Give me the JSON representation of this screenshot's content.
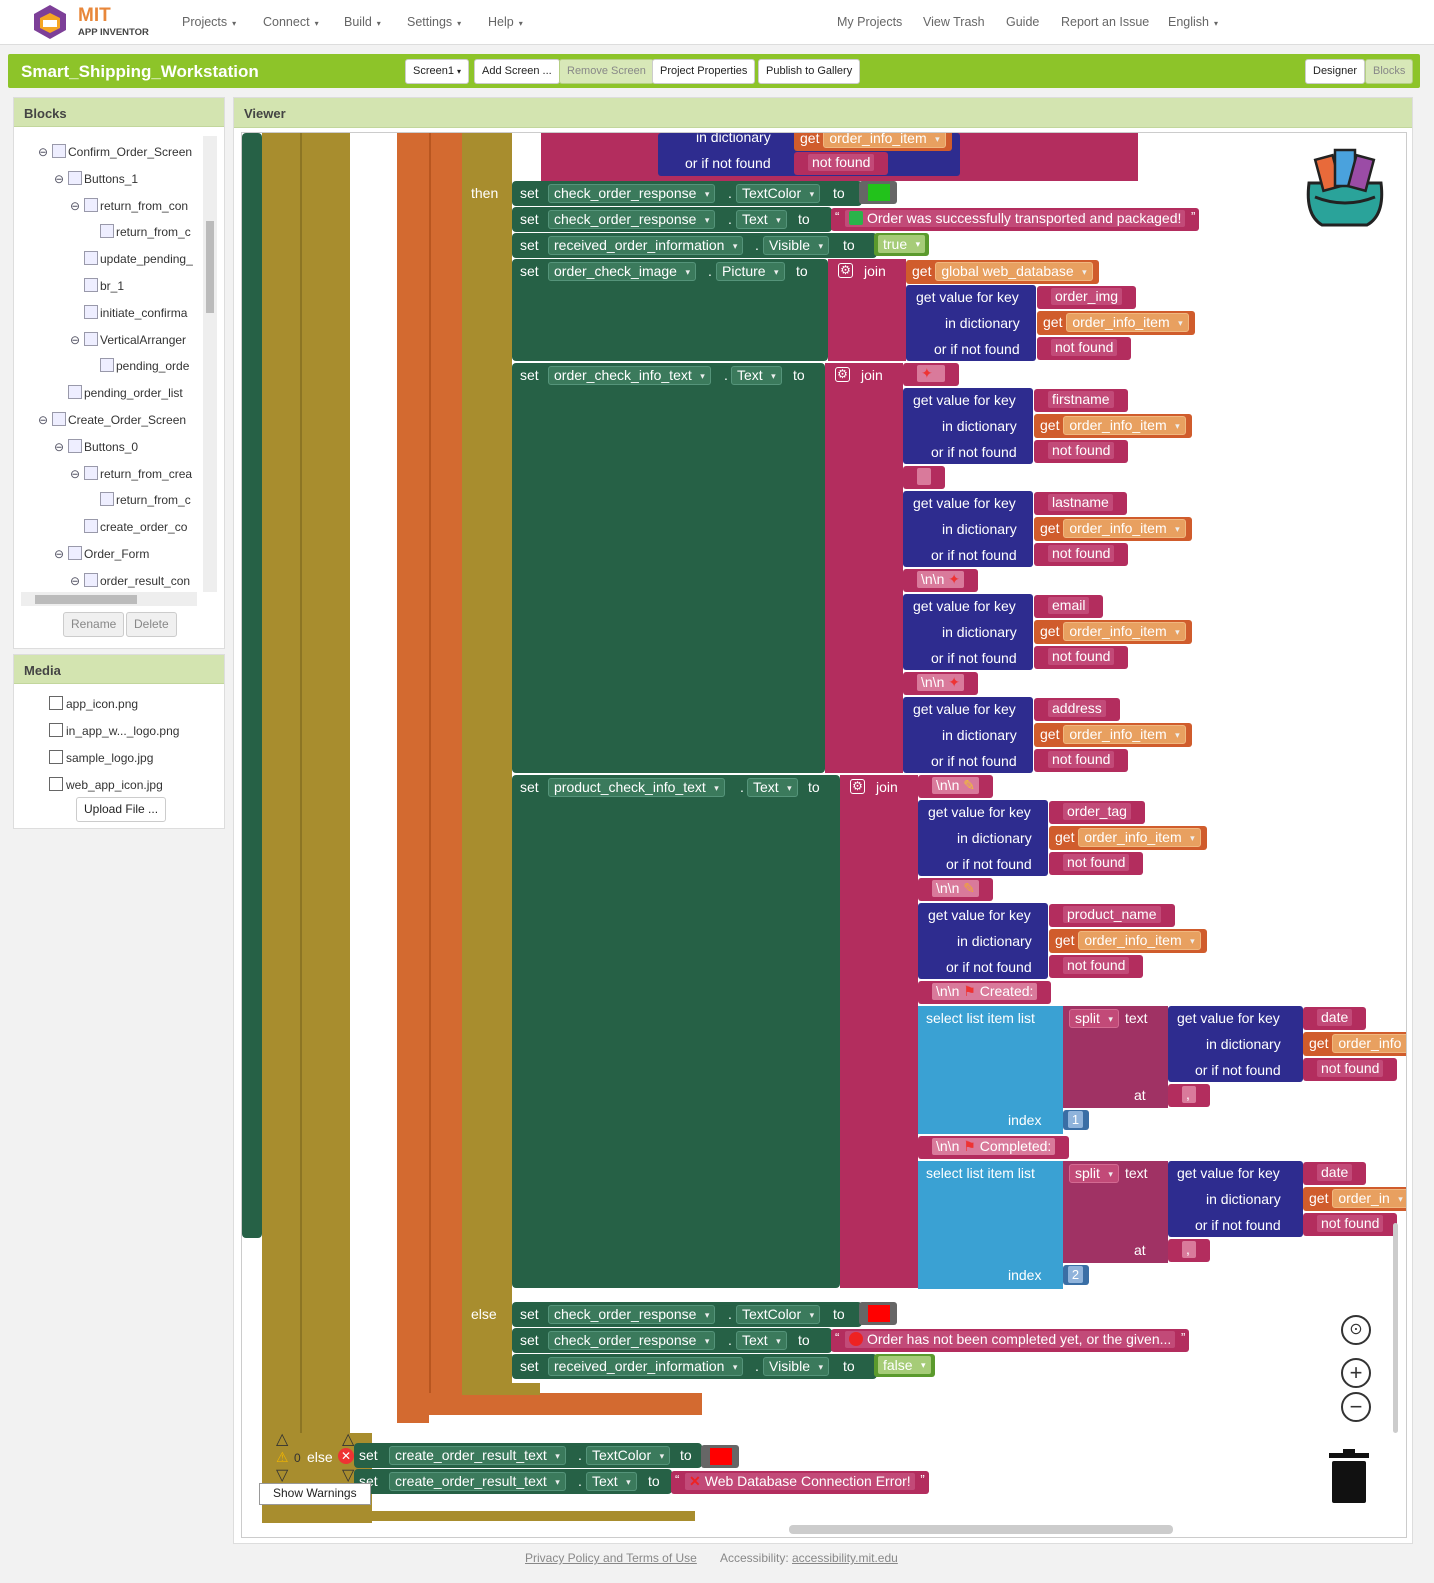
{
  "app": {
    "logo_text": "MIT",
    "logo_sub": "APP INVENTOR"
  },
  "topmenu": {
    "left": [
      "Projects",
      "Connect",
      "Build",
      "Settings",
      "Help"
    ],
    "right": [
      "My Projects",
      "View Trash",
      "Guide",
      "Report an Issue",
      "English"
    ]
  },
  "project": {
    "name": "Smart_Shipping_Workstation",
    "screen": "Screen1",
    "add_screen": "Add Screen ...",
    "remove_screen": "Remove Screen",
    "properties": "Project Properties",
    "publish": "Publish to Gallery",
    "designer": "Designer",
    "blocks": "Blocks"
  },
  "blocks_panel": {
    "title": "Blocks",
    "tree": [
      {
        "label": "Confirm_Order_Screen",
        "level": 0,
        "toggle": "⊖"
      },
      {
        "label": "Buttons_1",
        "level": 1,
        "toggle": "⊖"
      },
      {
        "label": "return_from_con",
        "level": 2,
        "toggle": "⊖"
      },
      {
        "label": "return_from_c",
        "level": 3,
        "toggle": ""
      },
      {
        "label": "update_pending_",
        "level": 2,
        "toggle": ""
      },
      {
        "label": "br_1",
        "level": 2,
        "toggle": ""
      },
      {
        "label": "initiate_confirma",
        "level": 2,
        "toggle": ""
      },
      {
        "label": "VerticalArranger",
        "level": 2,
        "toggle": "⊖"
      },
      {
        "label": "pending_orde",
        "level": 3,
        "toggle": ""
      },
      {
        "label": "pending_order_list",
        "level": 1,
        "toggle": ""
      },
      {
        "label": "Create_Order_Screen",
        "level": 0,
        "toggle": "⊖"
      },
      {
        "label": "Buttons_0",
        "level": 1,
        "toggle": "⊖"
      },
      {
        "label": "return_from_crea",
        "level": 2,
        "toggle": "⊖"
      },
      {
        "label": "return_from_c",
        "level": 3,
        "toggle": ""
      },
      {
        "label": "create_order_co",
        "level": 2,
        "toggle": ""
      },
      {
        "label": "Order_Form",
        "level": 1,
        "toggle": "⊖"
      },
      {
        "label": "order_result_con",
        "level": 2,
        "toggle": "⊖"
      }
    ],
    "rename": "Rename",
    "delete": "Delete"
  },
  "media_panel": {
    "title": "Media",
    "files": [
      "app_icon.png",
      "in_app_w..._logo.png",
      "sample_logo.jpg",
      "web_app_icon.jpg"
    ],
    "upload": "Upload File ..."
  },
  "viewer": {
    "title": "Viewer",
    "warnings_count": "0",
    "show_warnings": "Show Warnings"
  },
  "blocks": {
    "kw_set": "set",
    "kw_to": "to",
    "kw_then": "then",
    "kw_else": "else",
    "kw_join": "join",
    "kw_get": "get",
    "kw_get_value": "get value for key",
    "kw_in_dict": "in dictionary",
    "kw_or_not": "or if not found",
    "kw_select": "select list item  list",
    "kw_index": "index",
    "kw_split": "split",
    "kw_text": "text",
    "kw_at": "at",
    "comp_check_resp": "check_order_response",
    "comp_received": "received_order_information",
    "comp_check_image": "order_check_image",
    "comp_info_text": "order_check_info_text",
    "comp_product_text": "product_check_info_text",
    "comp_create_result": "create_order_result_text",
    "prop_textcolor": "TextColor",
    "prop_text": "Text",
    "prop_visible": "Visible",
    "prop_picture": "Picture",
    "var_order_info": "order_info_item",
    "var_order_info_short": "order_info",
    "var_order_info_short2": "order_in",
    "var_global_db": "global web_database",
    "str_success": "Order was successfully transported and packaged!",
    "str_not_completed": "Order has not been completed yet, or the given...",
    "str_db_error": "Web Database Connection Error!",
    "str_not_found": "not found",
    "str_order_img": "order_img",
    "str_firstname": "firstname",
    "str_lastname": "lastname",
    "str_email": "email",
    "str_address": "address",
    "str_order_tag": "order_tag",
    "str_product_name": "product_name",
    "str_date": "date",
    "str_nn": "\\n\\n",
    "str_created": "Created:",
    "str_completed": "Completed:",
    "str_comma": ",",
    "bool_true": "true",
    "bool_false": "false",
    "num_1": "1",
    "num_2": "2"
  },
  "colors": {
    "green_block": "#266146",
    "dict_block": "#2e2c8f",
    "text_block": "#b32d5e",
    "var_block": "#d05c2c",
    "list_block": "#3aa1d3",
    "control_block": "#a88d2e",
    "accent": "#8dc429"
  },
  "footer": {
    "privacy": "Privacy Policy and Terms of Use",
    "access_label": "Accessibility:",
    "access_link": "accessibility.mit.edu"
  }
}
